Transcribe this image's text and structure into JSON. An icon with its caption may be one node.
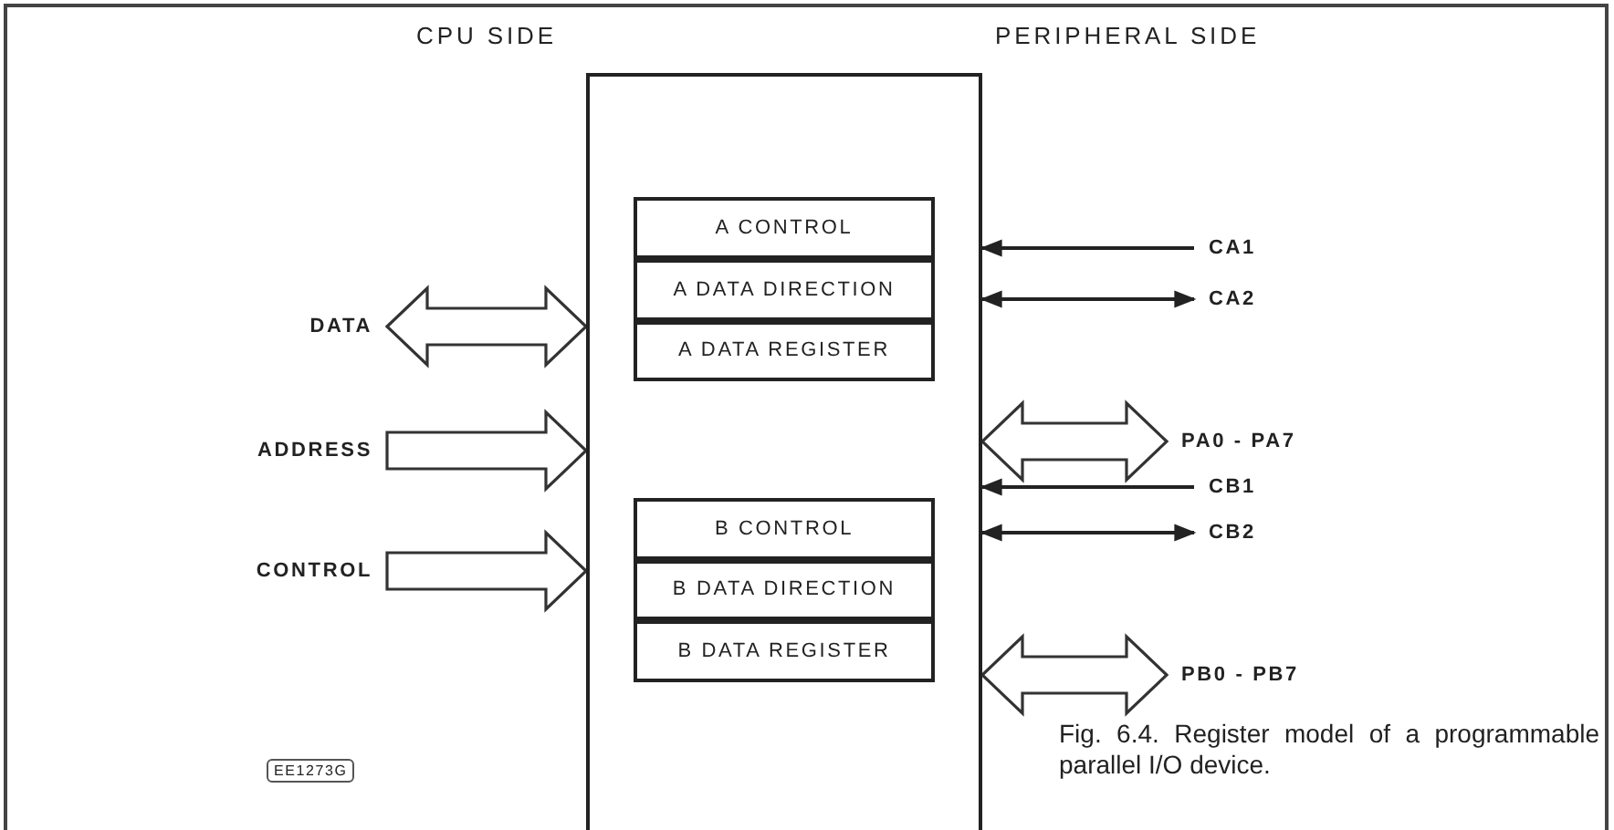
{
  "diagram": {
    "caption": "Fig. 6.4. Register model of a programmable parallel I/O device.",
    "nodes": [
      {
        "text": [],
        "shape": "box"
      },
      {
        "text": [
          "A CONTROL"
        ],
        "in": 0
      },
      {
        "text": [
          "A DATA DIRECTION"
        ],
        "in": 0
      },
      {
        "text": [
          "A DATA REGISTER"
        ],
        "in": 0
      },
      {
        "text": [
          "B CONTROL"
        ],
        "in": 0
      },
      {
        "text": [
          "B DATA DIRECTION"
        ],
        "in": 0
      },
      {
        "text": [
          "B DATA REGISTER"
        ],
        "in": 0
      },
      {
        "text": [
          "DATA"
        ]
      },
      {
        "text": [
          "ADDRESS"
        ]
      },
      {
        "text": [
          "CONTROL"
        ]
      },
      {
        "text": [
          "CA1"
        ]
      },
      {
        "text": [
          "CA2"
        ]
      },
      {
        "text": [
          "PA0 - PA7"
        ]
      },
      {
        "text": [
          "CB1"
        ]
      },
      {
        "text": [
          "CB2"
        ]
      },
      {
        "text": [
          "PB0 - PB7"
        ]
      }
    ],
    "edges": [
      {
        "from": 7,
        "to": 0,
        "arrow": "both",
        "style": "thick"
      },
      {
        "from": 8,
        "to": 0,
        "arrow": "to",
        "style": "thick"
      },
      {
        "from": 9,
        "to": 0,
        "arrow": "to",
        "style": "thick"
      },
      {
        "from": 10,
        "to": 0,
        "arrow": "to"
      },
      {
        "from": 11,
        "to": 0,
        "arrow": "both"
      },
      {
        "from": 12,
        "to": 0,
        "arrow": "both",
        "style": "thick"
      },
      {
        "from": 13,
        "to": 0,
        "arrow": "to"
      },
      {
        "from": 14,
        "to": 0,
        "arrow": "both"
      },
      {
        "from": 15,
        "to": 0,
        "arrow": "both",
        "style": "thick"
      }
    ],
    "labels": [
      "CPU SIDE",
      "PERIPHERAL SIDE",
      "EE1273G"
    ]
  }
}
